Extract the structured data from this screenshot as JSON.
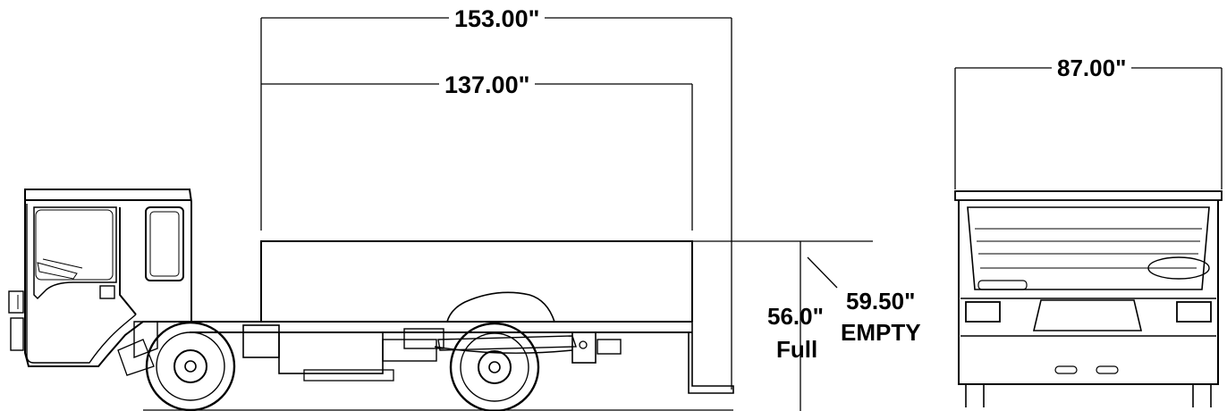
{
  "dimensions": {
    "overall_length": "153.00\"",
    "body_length": "137.00\"",
    "width": "87.00\"",
    "height_empty": "59.50\"",
    "empty_label": "EMPTY",
    "height_full": "56.0\"",
    "full_label": "Full"
  },
  "colors": {
    "line": "#000000",
    "background": "#ffffff"
  }
}
